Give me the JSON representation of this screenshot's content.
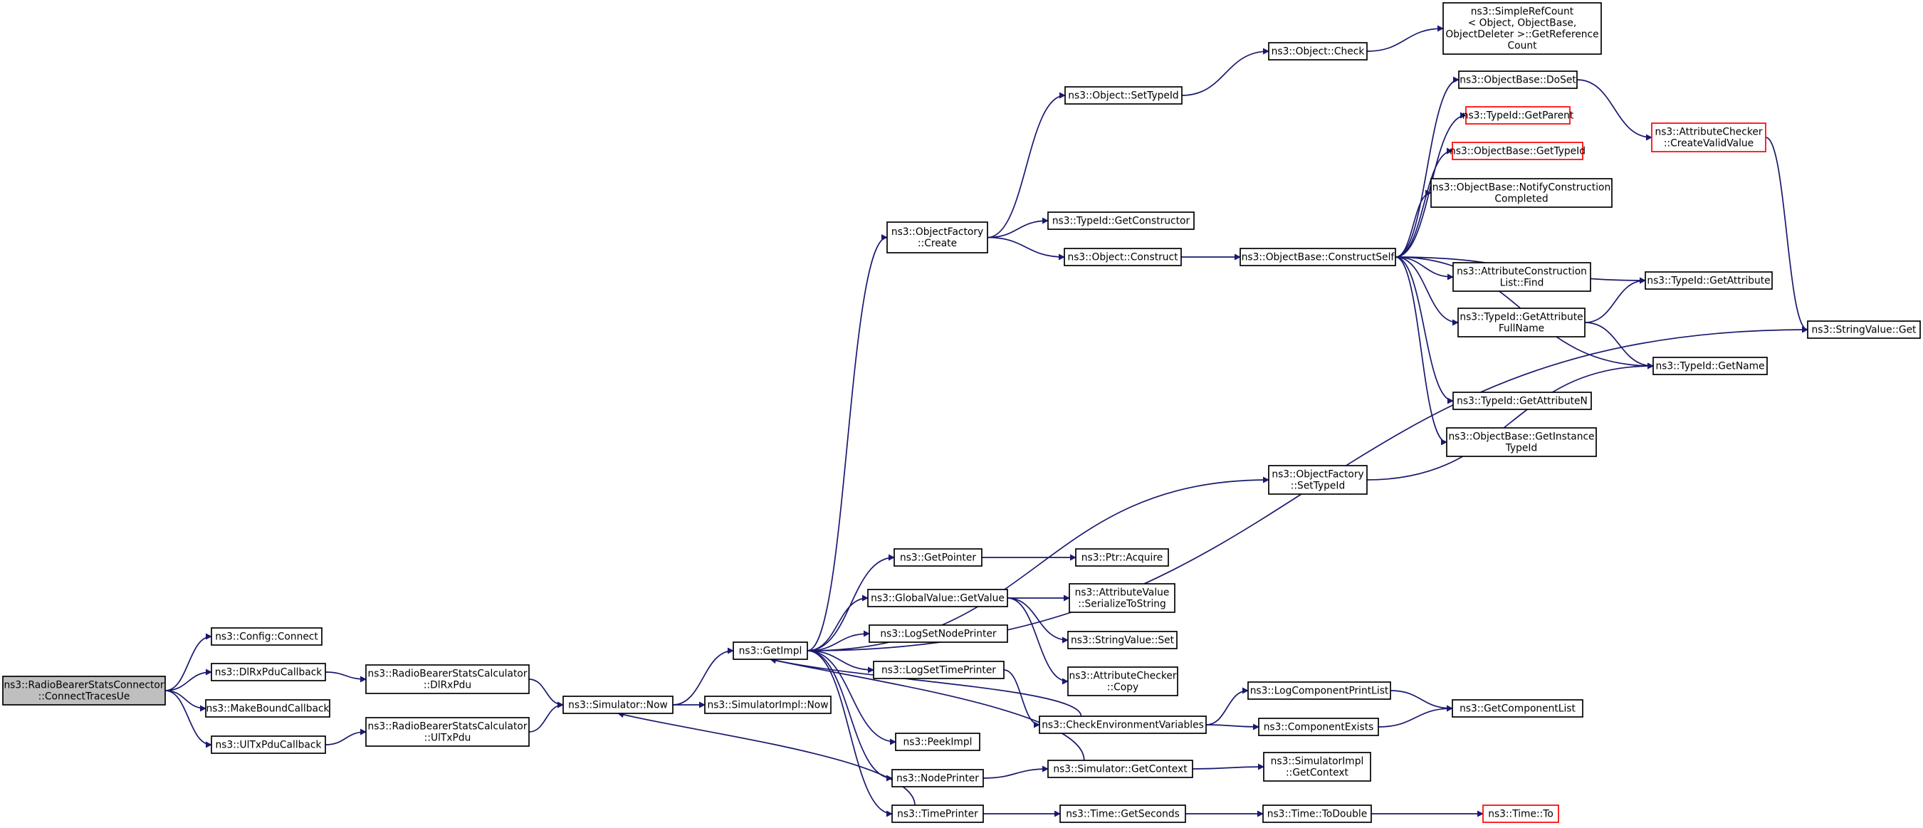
{
  "graph": {
    "colors": {
      "edge": "#191970",
      "node_border": "#000000",
      "node_fill": "#ffffff",
      "root_fill": "#bfbfbf",
      "truncated_border": "#ff0000"
    },
    "nodes": [
      {
        "id": "root",
        "lines": [
          "ns3::RadioBearerStatsConnector",
          "::ConnectTracesUe"
        ],
        "style": "root"
      },
      {
        "id": "config_connect",
        "lines": [
          "ns3::Config::Connect"
        ]
      },
      {
        "id": "dlrx_cb",
        "lines": [
          "ns3::DlRxPduCallback"
        ]
      },
      {
        "id": "make_bound",
        "lines": [
          "ns3::MakeBoundCallback"
        ]
      },
      {
        "id": "ultx_cb",
        "lines": [
          "ns3::UlTxPduCallback"
        ]
      },
      {
        "id": "rbsc_dlrx",
        "lines": [
          "ns3::RadioBearerStatsCalculator",
          "::DlRxPdu"
        ]
      },
      {
        "id": "rbsc_ultx",
        "lines": [
          "ns3::RadioBearerStatsCalculator",
          "::UlTxPdu"
        ]
      },
      {
        "id": "sim_now",
        "lines": [
          "ns3::Simulator::Now"
        ]
      },
      {
        "id": "simimpl_now",
        "lines": [
          "ns3::SimulatorImpl::Now"
        ]
      },
      {
        "id": "getimpl",
        "lines": [
          "ns3::GetImpl"
        ]
      },
      {
        "id": "objfac_create",
        "lines": [
          "ns3::ObjectFactory",
          "::Create"
        ]
      },
      {
        "id": "obj_settypeid",
        "lines": [
          "ns3::Object::SetTypeId"
        ]
      },
      {
        "id": "obj_check",
        "lines": [
          "ns3::Object::Check"
        ]
      },
      {
        "id": "simplerefcount",
        "lines": [
          "ns3::SimpleRefCount",
          "< Object, ObjectBase,",
          "ObjectDeleter >::GetReference",
          "Count"
        ]
      },
      {
        "id": "typeid_getctor",
        "lines": [
          "ns3::TypeId::GetConstructor"
        ]
      },
      {
        "id": "obj_construct",
        "lines": [
          "ns3::Object::Construct"
        ]
      },
      {
        "id": "ob_constructself",
        "lines": [
          "ns3::ObjectBase::ConstructSelf"
        ]
      },
      {
        "id": "ob_doset",
        "lines": [
          "ns3::ObjectBase::DoSet"
        ]
      },
      {
        "id": "typeid_getparent",
        "lines": [
          "ns3::TypeId::GetParent"
        ],
        "style": "truncated"
      },
      {
        "id": "ob_gettypeid",
        "lines": [
          "ns3::ObjectBase::GetTypeId"
        ],
        "style": "truncated"
      },
      {
        "id": "ob_notify",
        "lines": [
          "ns3::ObjectBase::NotifyConstruction",
          "Completed"
        ]
      },
      {
        "id": "acl_find",
        "lines": [
          "ns3::AttributeConstruction",
          "List::Find"
        ]
      },
      {
        "id": "typeid_getattrfull",
        "lines": [
          "ns3::TypeId::GetAttribute",
          "FullName"
        ]
      },
      {
        "id": "typeid_getattrn",
        "lines": [
          "ns3::TypeId::GetAttributeN"
        ]
      },
      {
        "id": "ob_getinstance",
        "lines": [
          "ns3::ObjectBase::GetInstance",
          "TypeId"
        ]
      },
      {
        "id": "ac_createvalid",
        "lines": [
          "ns3::AttributeChecker",
          "::CreateValidValue"
        ],
        "style": "truncated"
      },
      {
        "id": "typeid_getattr",
        "lines": [
          "ns3::TypeId::GetAttribute"
        ]
      },
      {
        "id": "typeid_getname",
        "lines": [
          "ns3::TypeId::GetName"
        ]
      },
      {
        "id": "stringvalue_get",
        "lines": [
          "ns3::StringValue::Get"
        ]
      },
      {
        "id": "objfac_settypeid",
        "lines": [
          "ns3::ObjectFactory",
          "::SetTypeId"
        ]
      },
      {
        "id": "getpointer",
        "lines": [
          "ns3::GetPointer"
        ]
      },
      {
        "id": "ptr_acquire",
        "lines": [
          "ns3::Ptr::Acquire"
        ]
      },
      {
        "id": "gv_getvalue",
        "lines": [
          "ns3::GlobalValue::GetValue"
        ]
      },
      {
        "id": "av_serialize",
        "lines": [
          "ns3::AttributeValue",
          "::SerializeToString"
        ]
      },
      {
        "id": "sv_set",
        "lines": [
          "ns3::StringValue::Set"
        ]
      },
      {
        "id": "ac_copy",
        "lines": [
          "ns3::AttributeChecker",
          "::Copy"
        ]
      },
      {
        "id": "lognodeprinter",
        "lines": [
          "ns3::LogSetNodePrinter"
        ]
      },
      {
        "id": "logtimeprinter",
        "lines": [
          "ns3::LogSetTimePrinter"
        ]
      },
      {
        "id": "checkenv",
        "lines": [
          "ns3::CheckEnvironmentVariables"
        ]
      },
      {
        "id": "logcomp_print",
        "lines": [
          "ns3::LogComponentPrintList"
        ]
      },
      {
        "id": "comp_exists",
        "lines": [
          "ns3::ComponentExists"
        ]
      },
      {
        "id": "getcomplist",
        "lines": [
          "ns3::GetComponentList"
        ]
      },
      {
        "id": "peekimpl",
        "lines": [
          "ns3::PeekImpl"
        ]
      },
      {
        "id": "nodeprinter",
        "lines": [
          "ns3::NodePrinter"
        ]
      },
      {
        "id": "sim_getcontext",
        "lines": [
          "ns3::Simulator::GetContext"
        ]
      },
      {
        "id": "simimpl_getcontext",
        "lines": [
          "ns3::SimulatorImpl",
          "::GetContext"
        ]
      },
      {
        "id": "timeprinter",
        "lines": [
          "ns3::TimePrinter"
        ]
      },
      {
        "id": "time_getseconds",
        "lines": [
          "ns3::Time::GetSeconds"
        ]
      },
      {
        "id": "time_todouble",
        "lines": [
          "ns3::Time::ToDouble"
        ]
      },
      {
        "id": "time_to",
        "lines": [
          "ns3::Time::To"
        ],
        "style": "truncated"
      }
    ],
    "edges": [
      [
        "root",
        "config_connect"
      ],
      [
        "root",
        "dlrx_cb"
      ],
      [
        "root",
        "make_bound"
      ],
      [
        "root",
        "ultx_cb"
      ],
      [
        "dlrx_cb",
        "rbsc_dlrx"
      ],
      [
        "ultx_cb",
        "rbsc_ultx"
      ],
      [
        "rbsc_dlrx",
        "sim_now"
      ],
      [
        "rbsc_ultx",
        "sim_now"
      ],
      [
        "sim_now",
        "getimpl"
      ],
      [
        "sim_now",
        "simimpl_now"
      ],
      [
        "getimpl",
        "objfac_create"
      ],
      [
        "getimpl",
        "objfac_settypeid"
      ],
      [
        "getimpl",
        "stringvalue_get"
      ],
      [
        "getimpl",
        "getpointer"
      ],
      [
        "getimpl",
        "gv_getvalue"
      ],
      [
        "getimpl",
        "lognodeprinter"
      ],
      [
        "getimpl",
        "logtimeprinter"
      ],
      [
        "getimpl",
        "peekimpl"
      ],
      [
        "getimpl",
        "nodeprinter"
      ],
      [
        "getimpl",
        "timeprinter"
      ],
      [
        "objfac_create",
        "obj_settypeid"
      ],
      [
        "objfac_create",
        "typeid_getctor"
      ],
      [
        "objfac_create",
        "obj_construct"
      ],
      [
        "obj_settypeid",
        "obj_check"
      ],
      [
        "obj_check",
        "simplerefcount"
      ],
      [
        "obj_construct",
        "ob_constructself"
      ],
      [
        "ob_constructself",
        "ob_doset"
      ],
      [
        "ob_constructself",
        "typeid_getparent"
      ],
      [
        "ob_constructself",
        "ob_gettypeid"
      ],
      [
        "ob_constructself",
        "ob_notify"
      ],
      [
        "ob_constructself",
        "typeid_getattr"
      ],
      [
        "ob_constructself",
        "acl_find"
      ],
      [
        "ob_constructself",
        "typeid_getattrfull"
      ],
      [
        "ob_constructself",
        "typeid_getname"
      ],
      [
        "ob_constructself",
        "typeid_getattrn"
      ],
      [
        "ob_constructself",
        "ob_getinstance"
      ],
      [
        "ob_doset",
        "ac_createvalid"
      ],
      [
        "ac_createvalid",
        "stringvalue_get"
      ],
      [
        "typeid_getattrfull",
        "typeid_getattr"
      ],
      [
        "typeid_getattrfull",
        "typeid_getname"
      ],
      [
        "objfac_settypeid",
        "typeid_getname"
      ],
      [
        "getpointer",
        "ptr_acquire"
      ],
      [
        "gv_getvalue",
        "av_serialize"
      ],
      [
        "gv_getvalue",
        "sv_set"
      ],
      [
        "gv_getvalue",
        "ac_copy"
      ],
      [
        "logtimeprinter",
        "checkenv"
      ],
      [
        "checkenv",
        "getimpl"
      ],
      [
        "checkenv",
        "logcomp_print"
      ],
      [
        "checkenv",
        "comp_exists"
      ],
      [
        "logcomp_print",
        "getcomplist"
      ],
      [
        "comp_exists",
        "getcomplist"
      ],
      [
        "nodeprinter",
        "sim_getcontext"
      ],
      [
        "sim_getcontext",
        "getimpl"
      ],
      [
        "sim_getcontext",
        "simimpl_getcontext"
      ],
      [
        "timeprinter",
        "sim_now"
      ],
      [
        "timeprinter",
        "time_getseconds"
      ],
      [
        "time_getseconds",
        "time_todouble"
      ],
      [
        "time_todouble",
        "time_to"
      ]
    ]
  }
}
